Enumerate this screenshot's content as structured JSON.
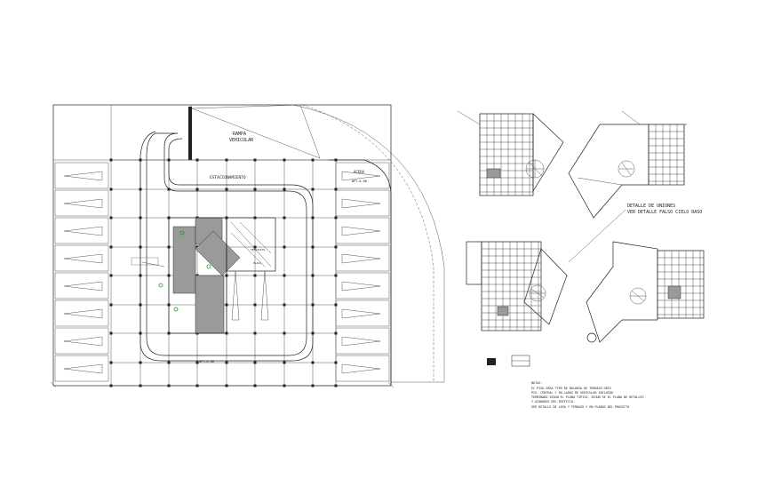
{
  "site_plan": {
    "ramp_label_1": "RAMPA",
    "ramp_label_2": "VEHICULAR",
    "parking_label": "ESTACIONAMIENTO",
    "side_label": "ACERA",
    "level_top": "NPT-0.00",
    "level_bottom": "NPT-0.00",
    "core_label": "SERVICIOS",
    "core_note": "PLACA"
  },
  "detail": {
    "caption_1": "DETALLE DE UNIONES",
    "caption_2": "VER DETALLE FALSO CIELO RASO"
  },
  "notes": {
    "title": "NOTAS:",
    "lines": [
      "EL PISO SERA TIPO DE BALDOSA DE TERRAZO GRIS",
      "PIS. CENTRAL Y EN LADOS DE VEHICULAR INCLUIDO",
      "TERMINADO SEGUN EL PLANO TIPICO, SEGUN SE EL PLANO DE DETALLES",
      "Y ACABADOS DEL EDIFICIO.",
      "VER DETALLE DE LOSA Y TERRAZO Y EN PLANOS DEL PROYECTO"
    ]
  },
  "colors": {
    "line": "#222222",
    "fill_grey": "#9a9a9a",
    "accent_green": "#1a9a1a"
  }
}
